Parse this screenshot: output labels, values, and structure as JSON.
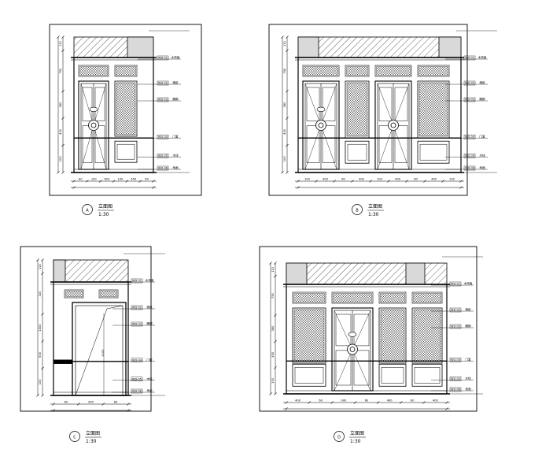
{
  "views": [
    {
      "id": "A",
      "letter": "A",
      "title": "立面图",
      "scale": "1:30",
      "dims_bottom": [
        "80",
        "100",
        "620",
        "100",
        "450",
        "60"
      ],
      "dims_left": [
        "110",
        "750",
        "380",
        "430",
        "100"
      ],
      "tags": [
        "WD-01",
        "WD-02",
        "WD-03",
        "WD-04",
        "WD-05",
        "WD-06"
      ],
      "notes": [
        "木饰面",
        "墙纸",
        "踢脚",
        "门套",
        "木线",
        "地面"
      ]
    },
    {
      "id": "B",
      "letter": "B",
      "title": "立面图",
      "scale": "1:30",
      "dims_bottom": [
        "100",
        "400",
        "60",
        "400",
        "100",
        "400",
        "60",
        "400",
        "100"
      ],
      "dims_left": [
        "110",
        "750",
        "380",
        "430",
        "100"
      ],
      "tags": [
        "WD-01",
        "WD-02",
        "WD-03",
        "WD-04",
        "WD-05",
        "WD-06"
      ],
      "notes": [
        "木饰面",
        "墙纸",
        "踢脚",
        "门套",
        "木线",
        "地面"
      ]
    },
    {
      "id": "C",
      "letter": "C",
      "title": "立面图",
      "scale": "1:30",
      "dims_bottom": [
        "80",
        "900",
        "80"
      ],
      "dims_left": [
        "110",
        "320",
        "1500",
        "600",
        "100"
      ],
      "door_mark": "2100",
      "tags": [
        "WD-01",
        "WD-02",
        "WD-03",
        "WD-04",
        "WD-05",
        "WD-06"
      ],
      "notes": [
        "木饰面",
        "墙纸",
        "踢脚",
        "门套",
        "木线",
        "地面"
      ]
    },
    {
      "id": "D",
      "letter": "D",
      "title": "立面图",
      "scale": "1:30",
      "dims_bottom": [
        "400",
        "60",
        "900",
        "60",
        "400",
        "60",
        "400"
      ],
      "dims_left": [
        "110",
        "750",
        "380",
        "430",
        "100"
      ],
      "tags": [
        "WD-01",
        "WD-02",
        "WD-03",
        "WD-04",
        "WD-05",
        "WD-06"
      ],
      "notes": [
        "木饰面",
        "墙纸",
        "踢脚",
        "门套",
        "木线",
        "地面"
      ]
    }
  ]
}
